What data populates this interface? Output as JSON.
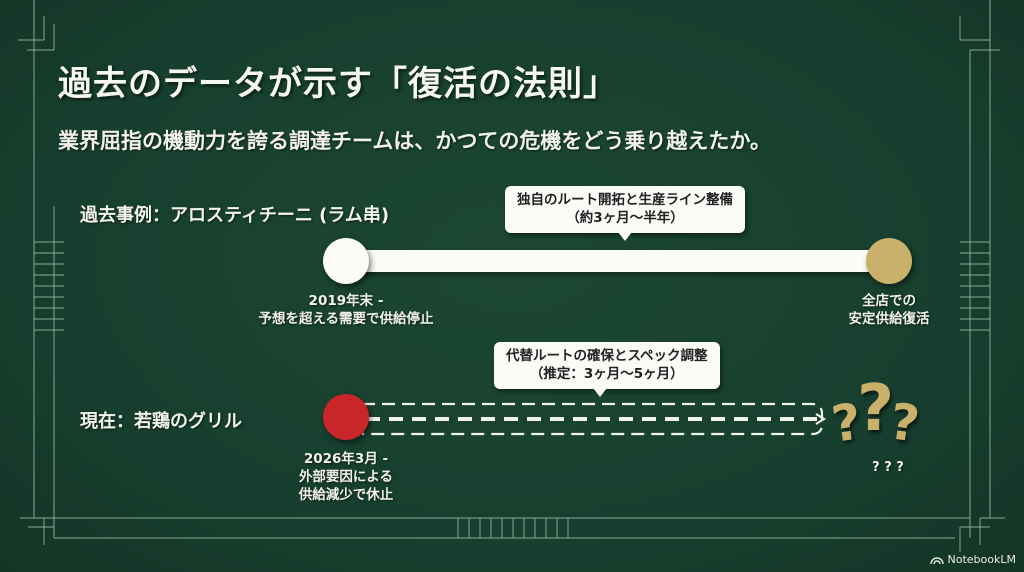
{
  "slide": {
    "title": "過去のデータが示す「復活の法則」",
    "subtitle": "業界屈指の機動力を誇る調達チームは、かつての危機をどう乗り越えたか。"
  },
  "past_case": {
    "label": "過去事例：アロスティチーニ (ラム串)",
    "bubble_line1": "独自のルート開拓と生産ライン整備",
    "bubble_line2": "（約3ヶ月〜半年）",
    "start_line1": "2019年末 -",
    "start_line2": "予想を超える需要で供給停止",
    "end_line1": "全店での",
    "end_line2": "安定供給復活",
    "start_color": "#fbfbf8",
    "end_color": "#c9b06b"
  },
  "current_case": {
    "label": "現在：若鶏のグリル",
    "bubble_line1": "代替ルートの確保とスペック調整",
    "bubble_line2": "（推定：3ヶ月〜5ヶ月）",
    "start_line1": "2026年3月 -",
    "start_line2": "外部要因による",
    "start_line3": "供給減少で休止",
    "unknown_symbol": "???",
    "unknown_label": "? ? ?",
    "start_color": "#c9262a",
    "unknown_color": "#c9b06b"
  },
  "footer": {
    "brand": "NotebookLM"
  },
  "theme": {
    "background": "#173f2f",
    "chalk_line": "#8fb39f"
  }
}
